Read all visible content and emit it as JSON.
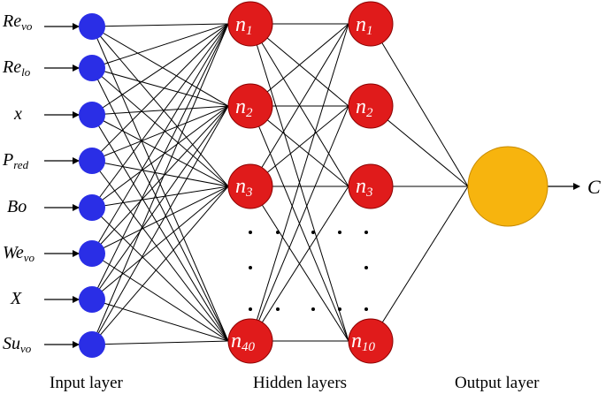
{
  "input_layer": {
    "inputs": [
      {
        "base": "Re",
        "sub": "vo"
      },
      {
        "base": "Re",
        "sub": "lo"
      },
      {
        "base": "x",
        "sub": ""
      },
      {
        "base": "P",
        "sub": "red"
      },
      {
        "base": "Bo",
        "sub": ""
      },
      {
        "base": "We",
        "sub": "vo"
      },
      {
        "base": "X",
        "sub": ""
      },
      {
        "base": "Su",
        "sub": "vo"
      }
    ],
    "caption": "Input layer"
  },
  "hidden_layers": {
    "layer1_nodes": [
      {
        "base": "n",
        "sub": "1"
      },
      {
        "base": "n",
        "sub": "2"
      },
      {
        "base": "n",
        "sub": "3"
      },
      {
        "base": "n",
        "sub": "40"
      }
    ],
    "layer2_nodes": [
      {
        "base": "n",
        "sub": "1"
      },
      {
        "base": "n",
        "sub": "2"
      },
      {
        "base": "n",
        "sub": "3"
      },
      {
        "base": "n",
        "sub": "10"
      }
    ],
    "caption": "Hidden layers"
  },
  "output_layer": {
    "output_label": "C",
    "caption": "Output layer"
  },
  "colors": {
    "input_node": "#2a2ee6",
    "hidden_node": "#e01b1b",
    "hidden_node_stroke": "#8a0000",
    "output_node": "#f7b40e",
    "line": "#000000"
  }
}
